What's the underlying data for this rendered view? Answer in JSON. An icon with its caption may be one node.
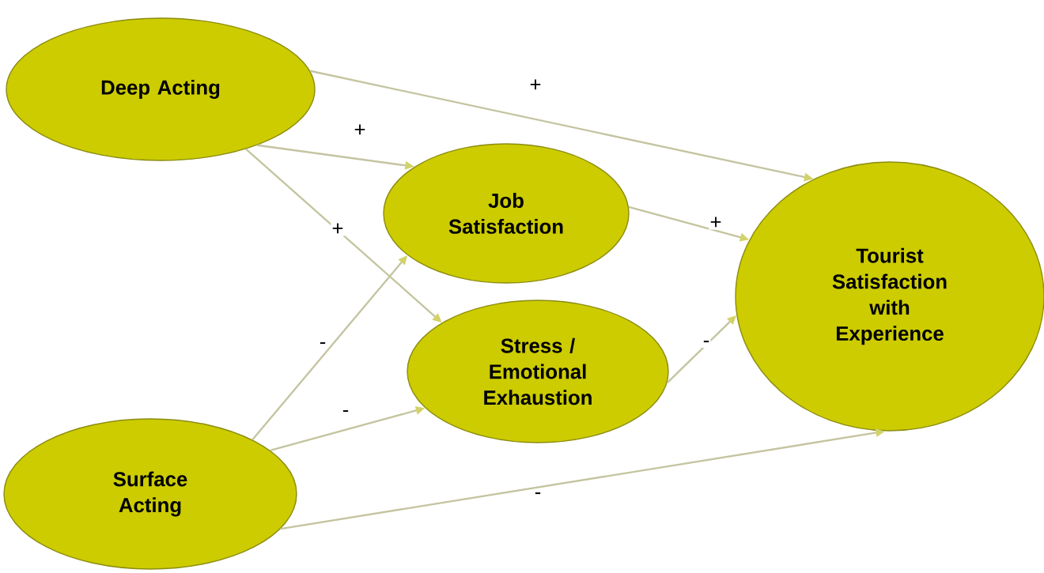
{
  "diagram": {
    "nodes": [
      {
        "text": [
          "Deep Acting"
        ]
      },
      {
        "text": [
          "Job Satisfaction"
        ]
      },
      {
        "text": [
          "Stress / Emotional Exhaustion"
        ]
      },
      {
        "text": [
          "Surface Acting"
        ]
      },
      {
        "text": [
          "Tourist Satisfaction with Experience"
        ]
      }
    ],
    "edges": [
      {
        "from": 0,
        "to": 4,
        "arrow": "to",
        "label": "+"
      },
      {
        "from": 0,
        "to": 1,
        "arrow": "to",
        "label": "+"
      },
      {
        "from": 0,
        "to": 2,
        "arrow": "to",
        "label": "+"
      },
      {
        "from": 3,
        "to": 1,
        "arrow": "to",
        "label": "-"
      },
      {
        "from": 3,
        "to": 2,
        "arrow": "to",
        "label": "-"
      },
      {
        "from": 3,
        "to": 4,
        "arrow": "to",
        "label": "-"
      },
      {
        "from": 1,
        "to": 4,
        "arrow": "to",
        "label": "+"
      },
      {
        "from": 2,
        "to": 4,
        "arrow": "to",
        "label": "-"
      }
    ]
  }
}
